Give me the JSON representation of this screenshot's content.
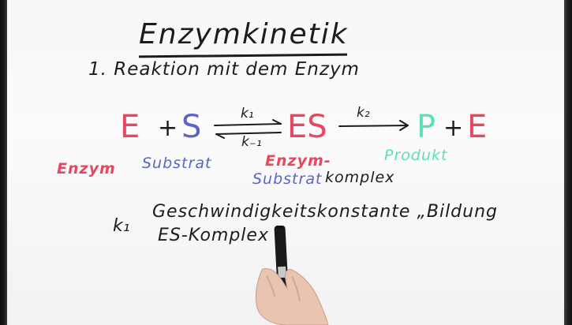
{
  "title": "Enzymkinetik",
  "subtitle": "1. Reaktion mit dem Enzym",
  "equation": {
    "E": "E",
    "plus": "+",
    "S": "S",
    "ES": "ES",
    "P": "P",
    "E_out": "E",
    "k1": "k₁",
    "k_minus1": "k₋₁",
    "k2": "k₂"
  },
  "labels": {
    "enzym": "Enzym",
    "substrat": "Substrat",
    "enzym_substrat_komplex_line1": "Enzym-",
    "enzym_substrat_komplex_line2a": "Substrat",
    "enzym_substrat_komplex_line2b": "komplex",
    "produkt": "Produkt"
  },
  "definition": {
    "symbol": "k₁",
    "line1": "Geschwindigkeitskonstante „Bildung",
    "line2": "ES-Komplex"
  },
  "colors": {
    "enzyme": "#e8475f",
    "substrate": "#5b63c6",
    "product": "#5fdfb8",
    "ink": "#1c1c1c"
  }
}
